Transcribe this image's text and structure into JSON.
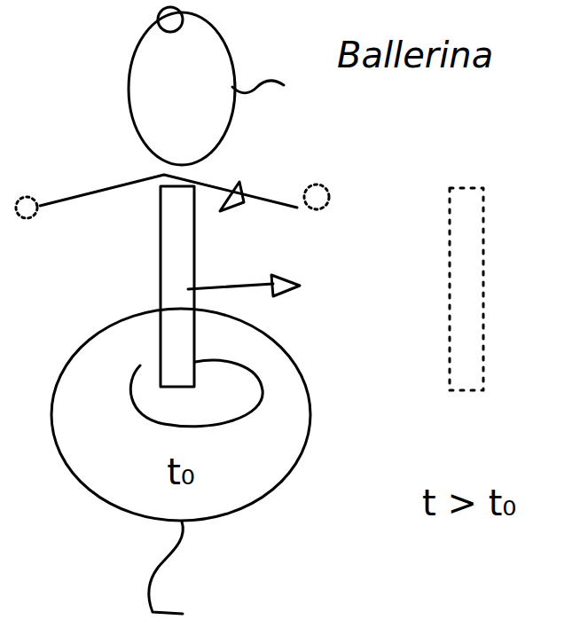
{
  "diagram": {
    "nodes": [
      {
        "text": [
          "t₀"
        ]
      }
    ],
    "labels": [
      "Ballerina",
      "t > t₀"
    ]
  }
}
